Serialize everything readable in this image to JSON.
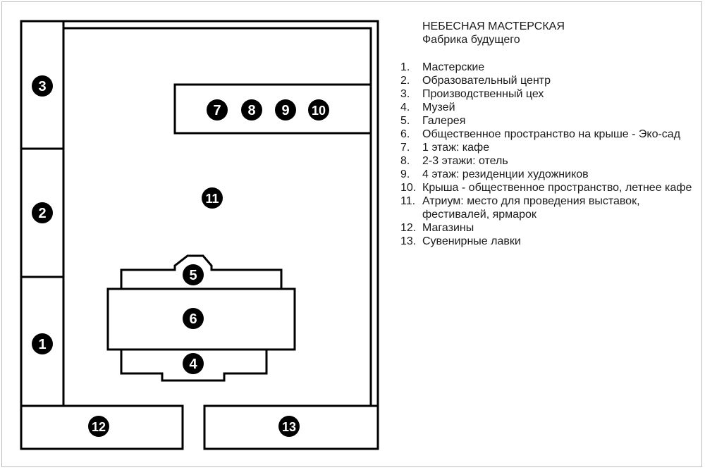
{
  "legend": {
    "title": "НЕБЕСНАЯ МАСТЕРСКАЯ",
    "subtitle": "Фабрика будущего",
    "items": [
      {
        "num": "1.",
        "text": "Мастерские"
      },
      {
        "num": "2.",
        "text": "Образовательный центр"
      },
      {
        "num": "3.",
        "text": "Производственный цех"
      },
      {
        "num": "4.",
        "text": "Музей"
      },
      {
        "num": "5.",
        "text": "Галерея"
      },
      {
        "num": "6.",
        "text": "Общественное пространство на крыше - Эко-сад"
      },
      {
        "num": "7.",
        "text": "1 этаж: кафе"
      },
      {
        "num": "8.",
        "text": "2-3 этажи: отель"
      },
      {
        "num": "9.",
        "text": "4 этаж: резиденции художников"
      },
      {
        "num": "10.",
        "text": "Крыша - общественное пространство, летнее кафе"
      },
      {
        "num": "11.",
        "text": "Атриум: место для проведения выставок, фестивалей, ярмарок"
      },
      {
        "num": "12.",
        "text": "Магазины"
      },
      {
        "num": "13.",
        "text": "Сувенирные лавки"
      }
    ]
  },
  "markers": {
    "m1": "1",
    "m2": "2",
    "m3": "3",
    "m4": "4",
    "m5": "5",
    "m6": "6",
    "m7": "7",
    "m8": "8",
    "m9": "9",
    "m10": "10",
    "m11": "11",
    "m12": "12",
    "m13": "13"
  },
  "colors": {
    "line": "#000000",
    "marker_fill": "#000000",
    "marker_text": "#ffffff",
    "frame": "#bdbdbd"
  }
}
